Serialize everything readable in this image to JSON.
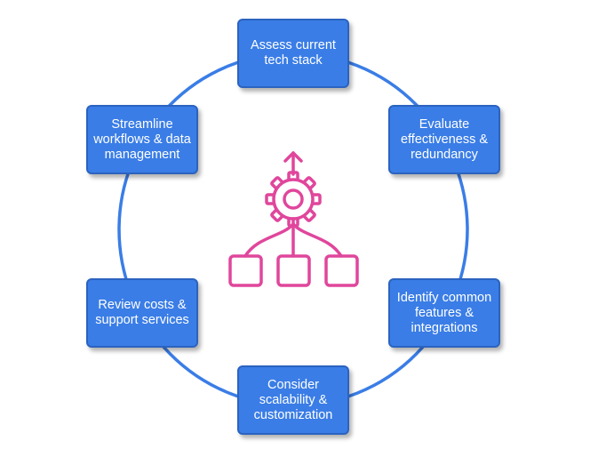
{
  "diagram": {
    "steps": [
      {
        "label": "Assess current\ntech stack"
      },
      {
        "label": "Evaluate\neffectiveness &\nredundancy"
      },
      {
        "label": "Identify common\nfeatures &\nintegrations"
      },
      {
        "label": "Consider\nscalability &\ncustomization"
      },
      {
        "label": "Review costs &\nsupport services"
      },
      {
        "label": "Streamline\nworkflows & data\nmanagement"
      }
    ],
    "center_icon": "gear-with-branching-boxes-icon",
    "colors": {
      "box_fill": "#3a7de6",
      "box_border": "#2b63c0",
      "ring": "#3a7de6",
      "icon": "#e0469c",
      "text": "#ffffff"
    }
  }
}
